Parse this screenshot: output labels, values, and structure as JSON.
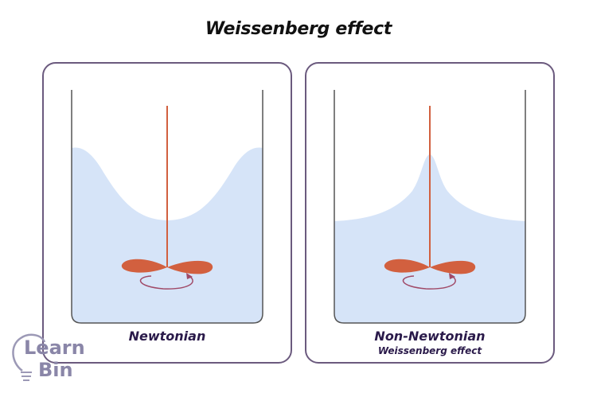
{
  "title": "Weissenberg effect",
  "panels": [
    {
      "id": "newtonian",
      "label": "Newtonian",
      "sublabel": "",
      "surface_shape": "depressed vortex (fluid dips at center, climbs walls)"
    },
    {
      "id": "non-newtonian",
      "label": "Non-Newtonian",
      "sublabel": "Weissenberg effect",
      "surface_shape": "rod climbing (fluid rises up the rod at center)"
    }
  ],
  "logo": {
    "line1": "Learn",
    "line2": "Bin",
    "icon": "lightbulb-icon"
  },
  "colors": {
    "panel_border": "#6b5a7e",
    "beaker_wall": "#555555",
    "fluid": "#d6e4f8",
    "rod": "#d2603f",
    "impeller": "#d2603f",
    "rotation_arrow": "#a04a68",
    "caption": "#2a1a4a",
    "logo": "#8a86a8"
  }
}
